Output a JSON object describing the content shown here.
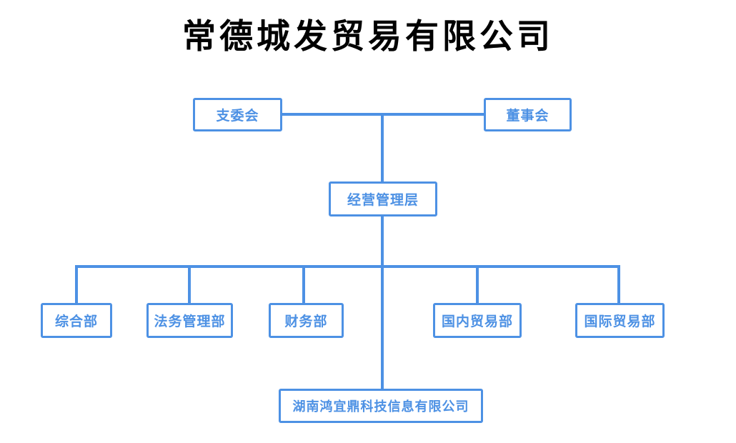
{
  "page": {
    "title": "常德城发贸易有限公司"
  },
  "colors": {
    "accent_blue": "#4d91e4",
    "title_color": "#000000",
    "page_bg": "#ffffff"
  },
  "org_chart": {
    "type": "org-hierarchy",
    "company": "常德城发贸易有限公司",
    "nodes": {
      "branch_committee": {
        "label": "支委会",
        "level": 1
      },
      "board_of_directors": {
        "label": "董事会",
        "level": 1
      },
      "management_level": {
        "label": "经营管理层",
        "level": 2
      },
      "general_dept": {
        "label": "综合部",
        "level": 3
      },
      "legal_management_dept": {
        "label": "法务管理部",
        "level": 3
      },
      "finance_dept": {
        "label": "财务部",
        "level": 3
      },
      "domestic_trade_dept": {
        "label": "国内贸易部",
        "level": 3
      },
      "international_trade_dept": {
        "label": "国际贸易部",
        "level": 3
      },
      "subsidiary_company": {
        "label": "湖南鸿宜鼎科技信息有限公司",
        "level": 4
      }
    },
    "edges": [
      [
        "支委会",
        "经营管理层"
      ],
      [
        "董事会",
        "经营管理层"
      ],
      [
        "经营管理层",
        "综合部"
      ],
      [
        "经营管理层",
        "法务管理部"
      ],
      [
        "经营管理层",
        "财务部"
      ],
      [
        "经营管理层",
        "国内贸易部"
      ],
      [
        "经营管理层",
        "国际贸易部"
      ],
      [
        "经营管理层",
        "湖南鸿宜鼎科技信息有限公司"
      ]
    ]
  }
}
